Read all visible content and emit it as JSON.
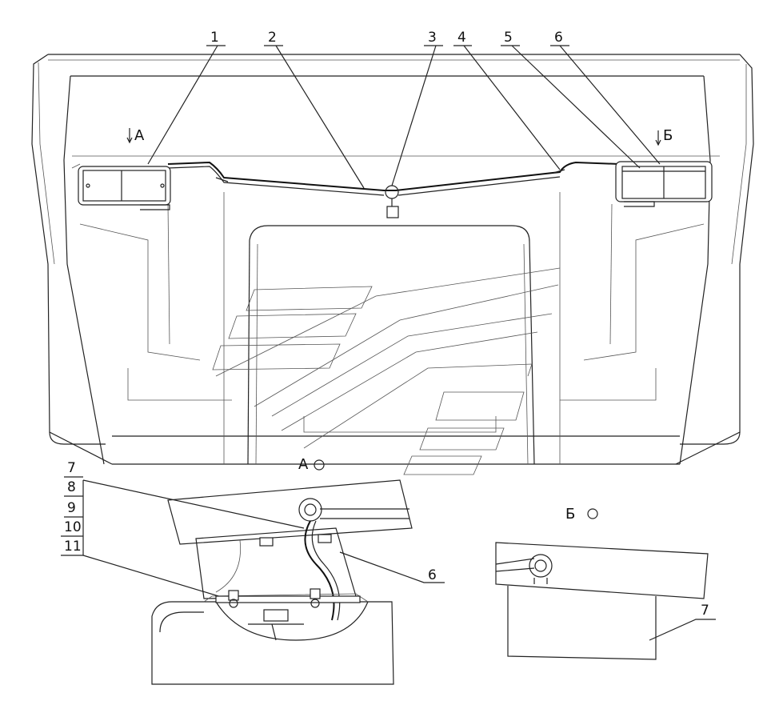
{
  "callouts_top": [
    "1",
    "2",
    "3",
    "4",
    "5",
    "6"
  ],
  "view_marks": {
    "a": "А",
    "b": "Б"
  },
  "view_a": {
    "title": "А",
    "left_labels": [
      "7",
      "8",
      "9",
      "10",
      "11"
    ],
    "right_label": "6"
  },
  "view_b": {
    "title": "Б",
    "label": "7"
  }
}
